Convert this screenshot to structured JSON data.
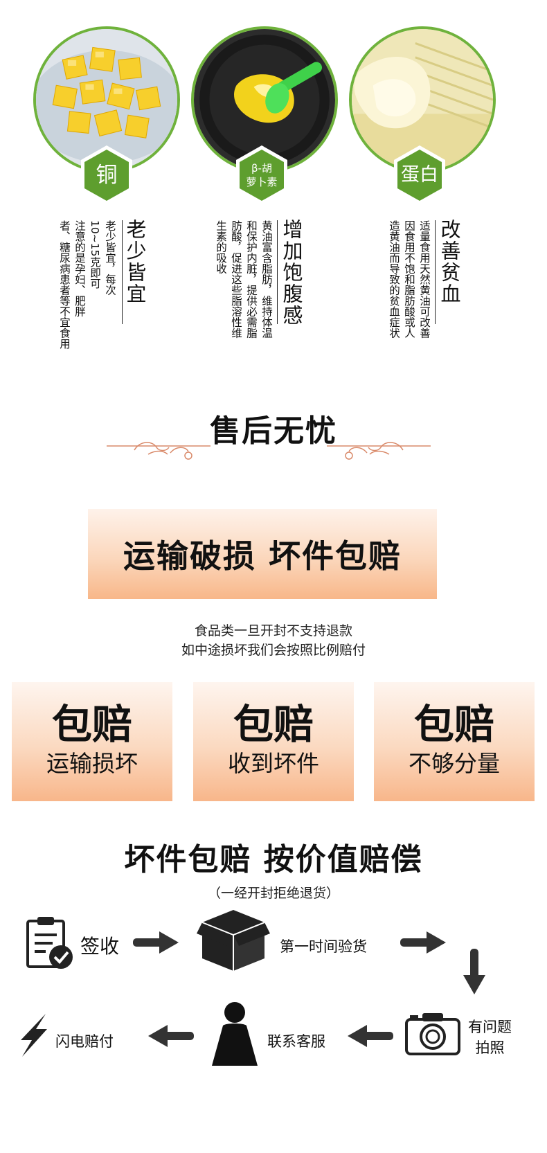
{
  "nutrients": [
    {
      "badge": "铜",
      "title": "老少皆宜",
      "body": [
        "老少皆宜，每次",
        "10~15克即可",
        "注意的是孕妇、肥胖",
        "者、糖尿病患者等不宜食用"
      ]
    },
    {
      "badge": "β-胡萝卜素",
      "badge_lines": [
        "β-胡",
        "萝卜素"
      ],
      "title": "增加饱腹感",
      "body": [
        "黄油富含脂肪，维持体温",
        "和保护内脏，提供必需脂",
        "肪酸，促进这些脂溶性维",
        "生素的吸收"
      ]
    },
    {
      "badge": "蛋白",
      "title": "改善贫血",
      "body": [
        "适量食用天然黄油可改善",
        "因食用不饱和脂肪酸或人",
        "造黄油而导致的贫血症状"
      ]
    }
  ],
  "after_sales": {
    "title": "售后无忧",
    "banner": "运输破损 坏件包赔",
    "note_lines": [
      "食品类一旦开封不支持退款",
      "如中途损坏我们会按照比例赔付"
    ],
    "cards": [
      {
        "big": "包赔",
        "sub": "运输损坏"
      },
      {
        "big": "包赔",
        "sub": "收到坏件"
      },
      {
        "big": "包赔",
        "sub": "不够分量"
      }
    ],
    "compensation_title": "坏件包赔 按价值赔偿",
    "compensation_note": "（一经开封拒绝退货）"
  },
  "process": {
    "steps": [
      {
        "label": "签收",
        "icon": "clipboard-check-icon"
      },
      {
        "label": "第一时间验货",
        "icon": "box-icon"
      },
      {
        "label_lines": [
          "有问题",
          "拍照"
        ],
        "icon": "camera-icon"
      },
      {
        "label": "联系客服",
        "icon": "person-icon"
      },
      {
        "label": "闪电赔付",
        "icon": "lightning-icon"
      }
    ]
  },
  "colors": {
    "green": "#6fb23c",
    "peach": "#f8b789",
    "ornament": "#d98a6a"
  }
}
